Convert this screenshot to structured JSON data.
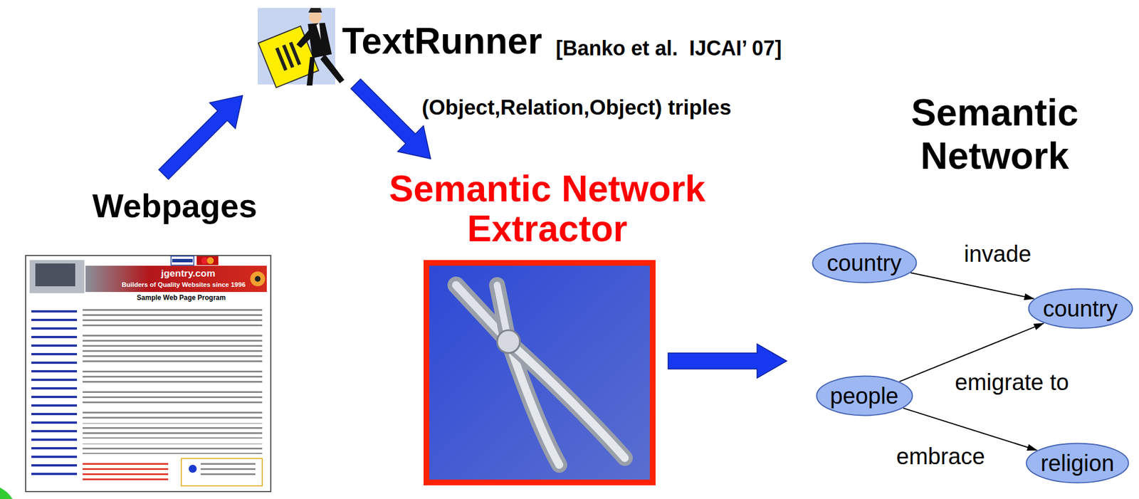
{
  "diagram": {
    "nodes": [
      {
        "text": [
          "country"
        ]
      },
      {
        "text": [
          "country"
        ]
      },
      {
        "text": [
          "people"
        ]
      },
      {
        "text": [
          "religion"
        ]
      }
    ],
    "edges": [
      {
        "from": 0,
        "to": 1,
        "label": "invade",
        "arrow": "to"
      },
      {
        "from": 2,
        "to": 1,
        "label": "emigrate to",
        "arrow": "to"
      },
      {
        "from": 2,
        "to": 3,
        "label": "embrace",
        "arrow": "to"
      }
    ],
    "labels": [
      "TextRunner",
      "[Banko et al.  IJCAI’ 07]",
      "(Object,Relation,Object) triples",
      "Semantic Network",
      "Webpages",
      "Semantic Network Extractor",
      "jgentry.com",
      "Builders of Quality Websites since 1996",
      "Sample Web Page Program"
    ]
  }
}
